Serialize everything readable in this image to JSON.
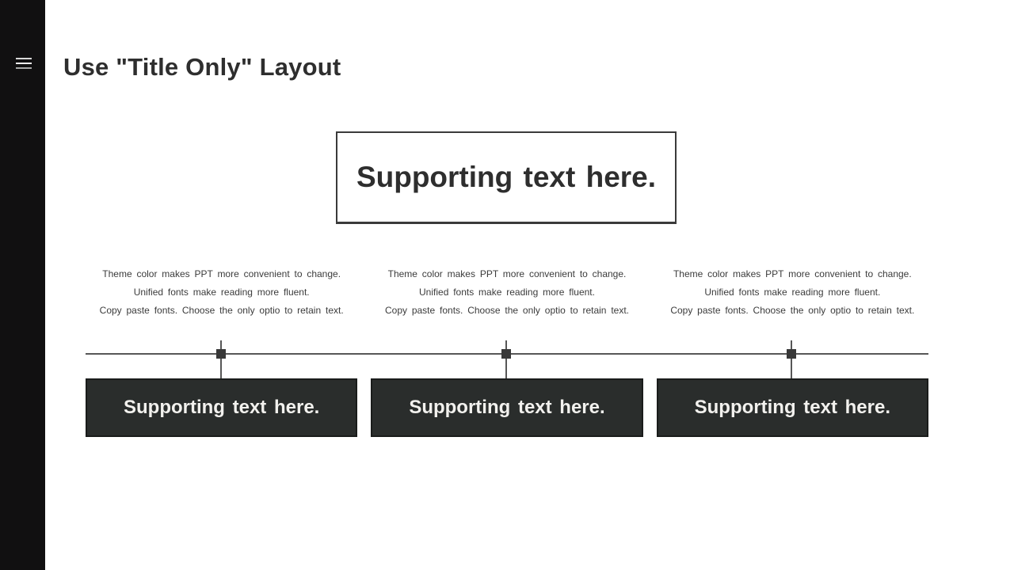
{
  "window": {
    "background": "#ffffff"
  },
  "sidebar": {
    "background": "#111011",
    "menu_icon": "hamburger"
  },
  "slide": {
    "title": "Use \"Title Only\" Layout",
    "hero_text": "Supporting text here.",
    "columns": [
      {
        "lines": [
          "Theme color makes PPT more convenient to change.",
          "Unified fonts make reading more fluent.",
          "Copy paste fonts. Choose the only optio to retain text."
        ],
        "label": "Supporting text here."
      },
      {
        "lines": [
          "Theme color makes PPT more convenient to change.",
          "Unified fonts make reading more fluent.",
          "Copy paste fonts. Choose the only optio to retain text."
        ],
        "label": "Supporting text here."
      },
      {
        "lines": [
          "Theme color makes PPT more convenient to change.",
          "Unified fonts make reading more fluent.",
          "Copy paste fonts. Choose the only optio to retain text."
        ],
        "label": "Supporting text here."
      }
    ]
  },
  "colors": {
    "title_text": "#2e2e2e",
    "body_text": "#3b3b3b",
    "hero_border": "#3a3a3a",
    "timeline_line": "#575757",
    "timeline_node": "#383838",
    "label_box_fill": "#2a2d2c",
    "label_box_border": "#1a1c1b",
    "label_box_text": "#f2f1ee"
  }
}
